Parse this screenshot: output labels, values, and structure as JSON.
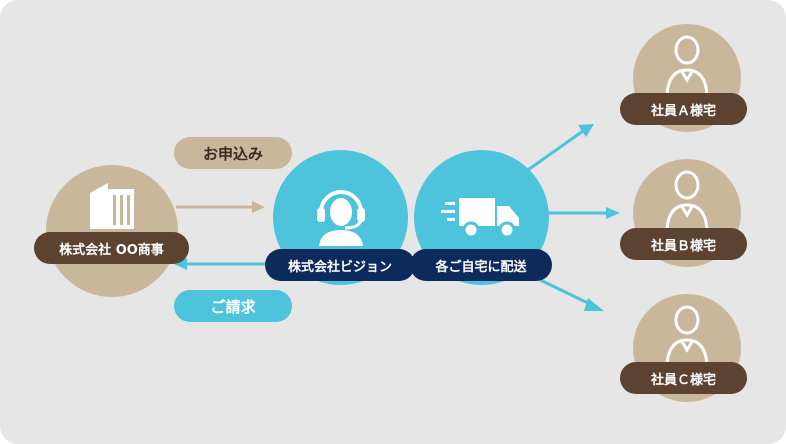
{
  "diagram": {
    "client": {
      "label": "株式会社 OO商事",
      "icon": "building-icon"
    },
    "vision": {
      "label": "株式会社ビジョン",
      "icon": "operator-headset-icon"
    },
    "delivery": {
      "label": "各ご自宅に配送",
      "icon": "delivery-truck-icon"
    },
    "apply_tag": "お申込み",
    "invoice_tag": "ご請求",
    "employees": [
      {
        "label": "社員Ａ様宅",
        "icon": "person-icon"
      },
      {
        "label": "社員Ｂ様宅",
        "icon": "person-icon"
      },
      {
        "label": "社員Ｃ様宅",
        "icon": "person-icon"
      }
    ],
    "colors": {
      "tan": "#c9b79c",
      "cyan": "#4ec3dc",
      "brown": "#5b4231",
      "navy": "#0d2a5c",
      "panel": "#e6e6e6"
    }
  }
}
